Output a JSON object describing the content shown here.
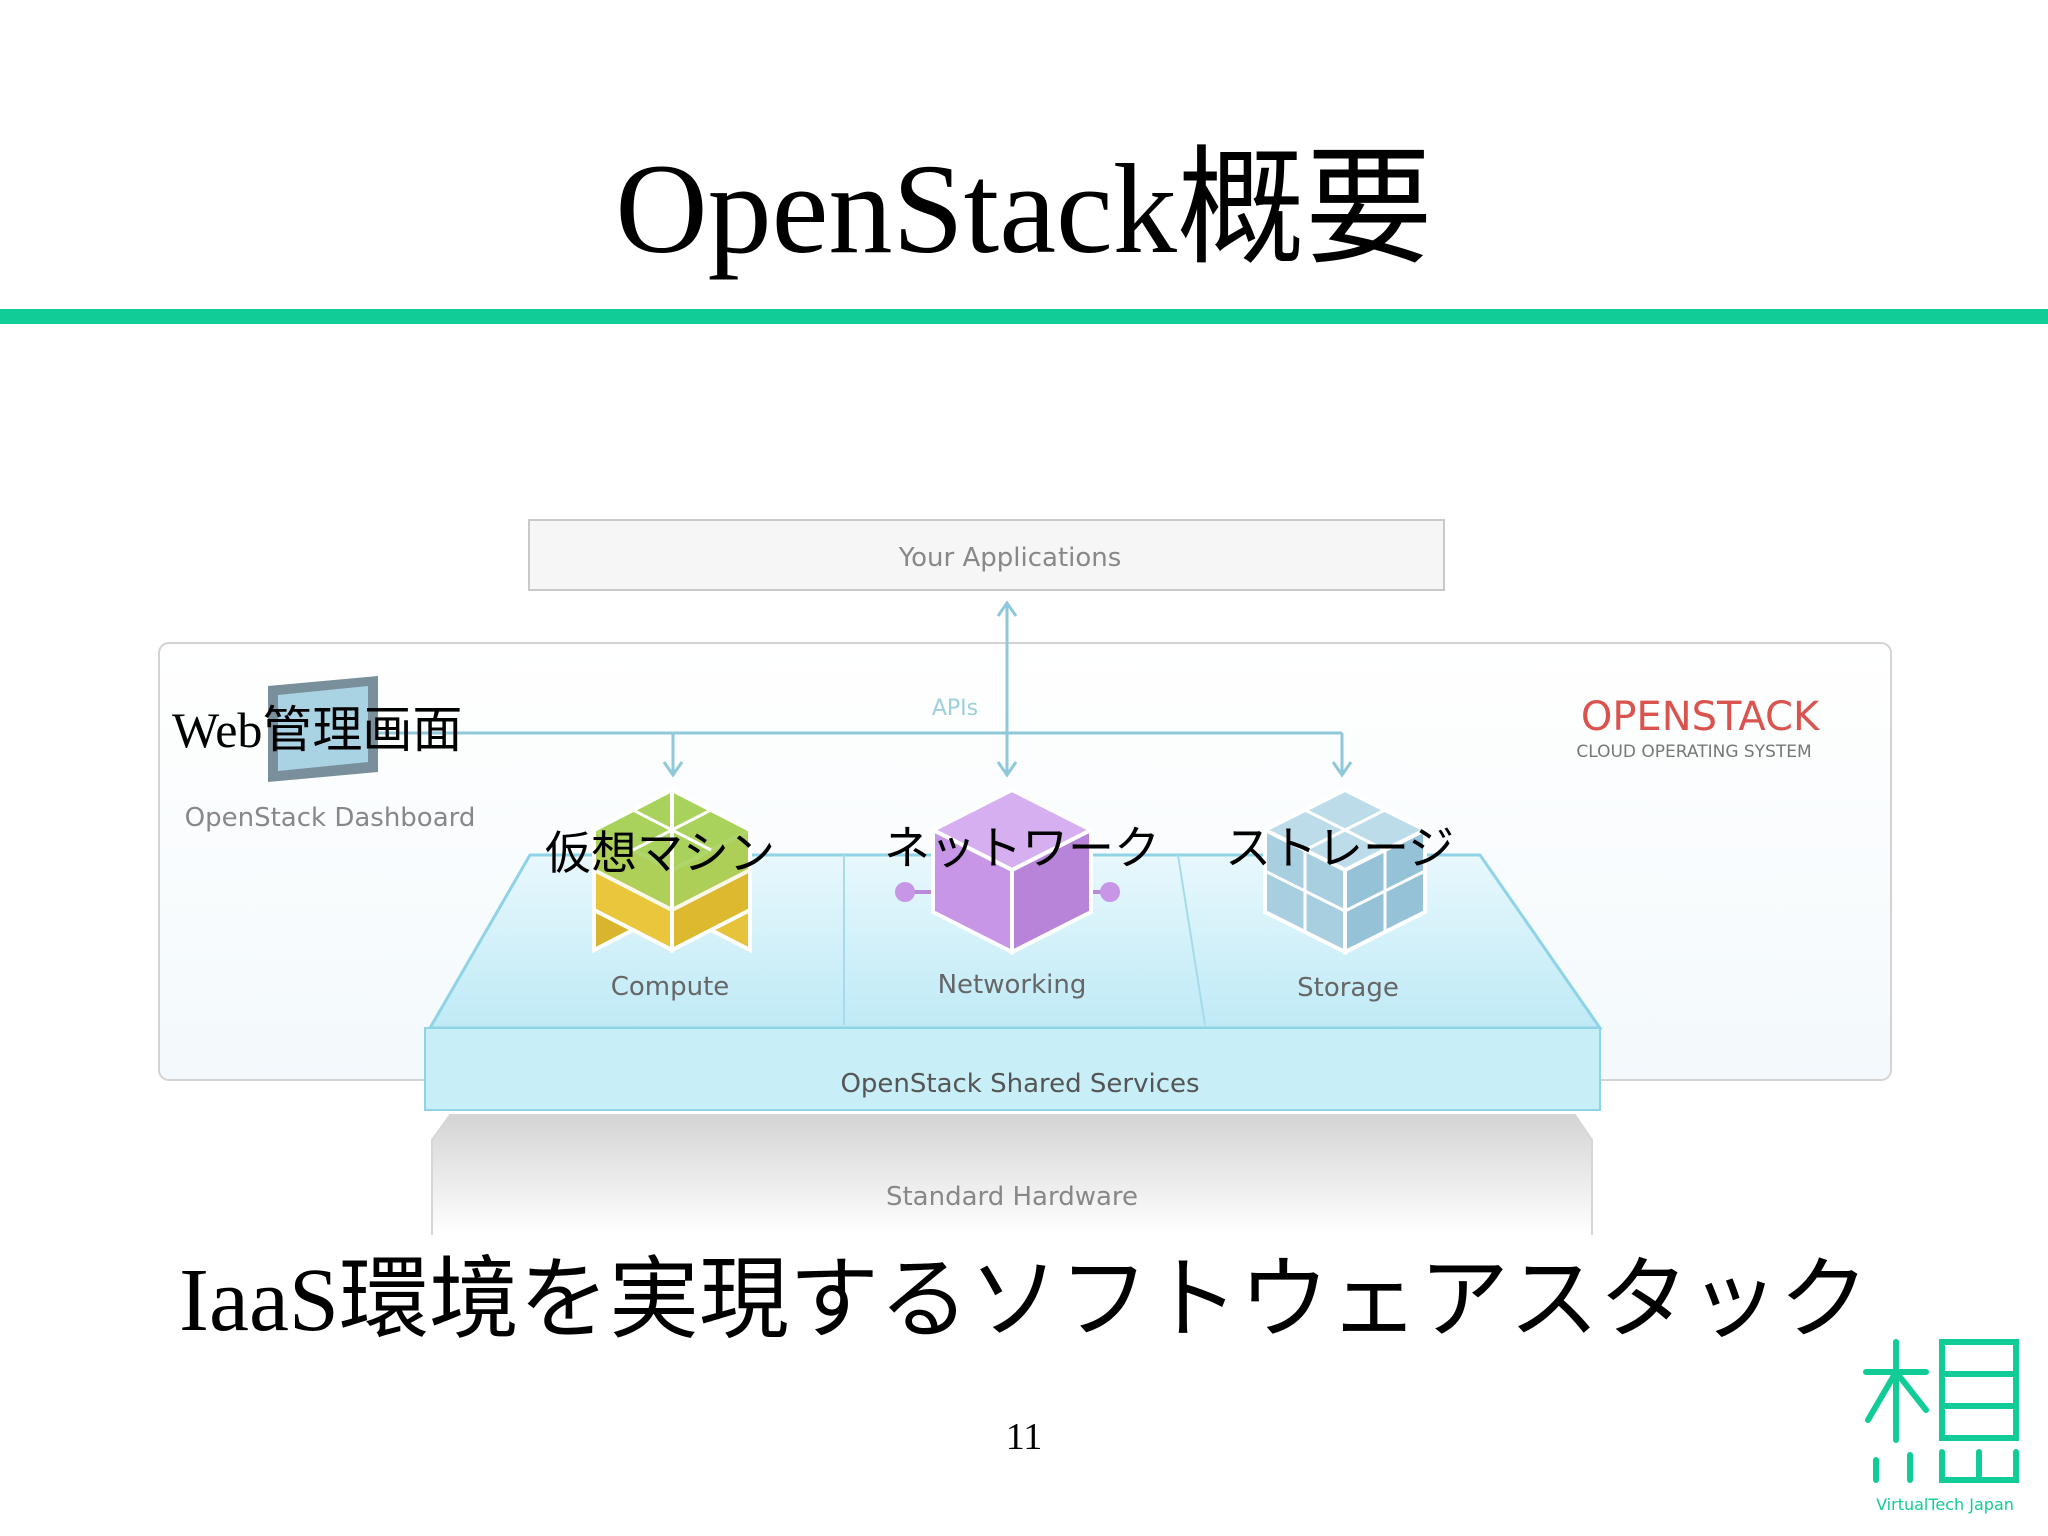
{
  "slide": {
    "title": "OpenStack概要",
    "subtitle": "IaaS環境を実現するソフトウェアスタック",
    "page_number": "11",
    "accent_color": "#12cc98"
  },
  "diagram": {
    "your_applications": "Your Applications",
    "apis": "APIs",
    "openstack_logo": "OPENSTACK",
    "openstack_tagline": "CLOUD OPERATING SYSTEM",
    "dashboard_label": "OpenStack Dashboard",
    "compute_label": "Compute",
    "networking_label": "Networking",
    "storage_label": "Storage",
    "shared_services": "OpenStack Shared Services",
    "standard_hardware": "Standard Hardware",
    "colors": {
      "compute_top": "#b4d96a",
      "compute_bottom": "#e6c33a",
      "networking": "#c796e6",
      "storage": "#a8cfe0",
      "shared_services": "#c8eef8",
      "brand_red": "#d9534f"
    }
  },
  "overlays": {
    "web_admin": "Web管理画面",
    "vm": "仮想マシン",
    "network": "ネットワーク",
    "storage": "ストレージ"
  },
  "logo": {
    "caption": "VirtualTech Japan",
    "icon": "virtualtech-logo-icon"
  }
}
